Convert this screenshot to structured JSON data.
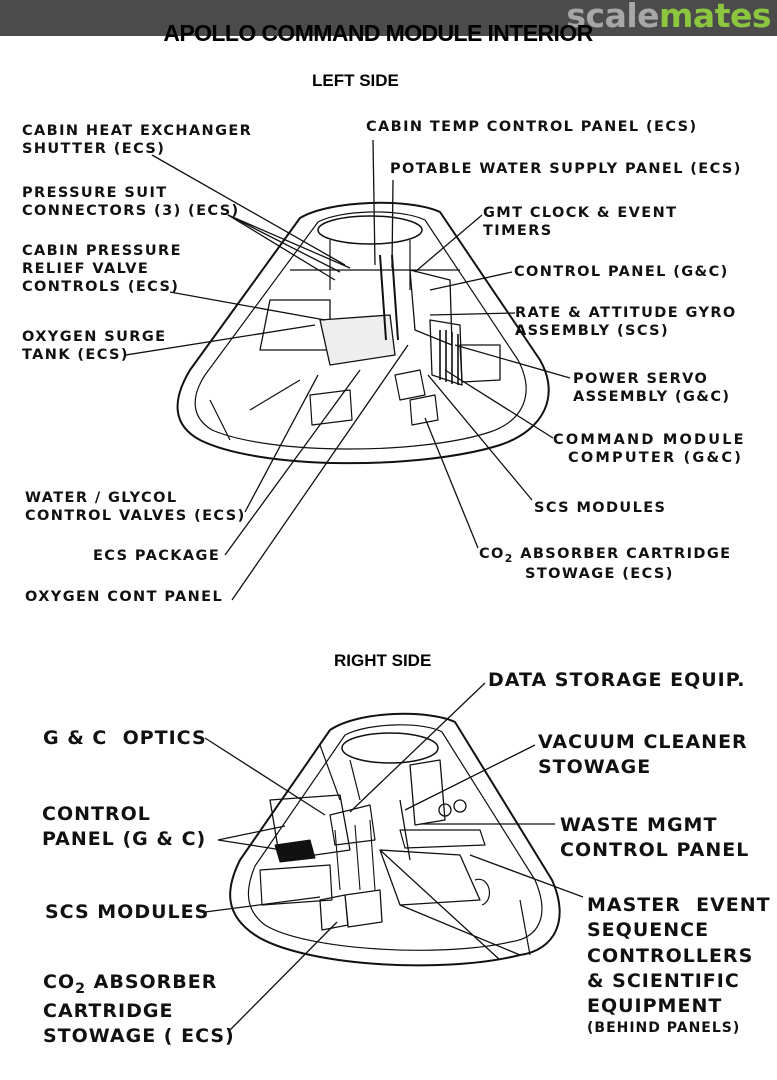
{
  "watermark": {
    "part1": "scale",
    "part2": "mates"
  },
  "title": "APOLLO COMMAND MODULE INTERIOR",
  "left_side": {
    "heading": "LEFT SIDE",
    "labels": {
      "cabin_heat_exchanger": [
        "CABIN HEAT EXCHANGER",
        "SHUTTER (ECS)"
      ],
      "pressure_suit": [
        "PRESSURE SUIT",
        "CONNECTORS (3) (ECS)"
      ],
      "cabin_pressure": [
        "CABIN PRESSURE",
        "RELIEF VALVE",
        "CONTROLS (ECS)"
      ],
      "oxygen_surge": [
        "OXYGEN SURGE",
        "TANK (ECS)"
      ],
      "cabin_temp": "CABIN TEMP CONTROL PANEL (ECS)",
      "potable_water": "POTABLE WATER SUPPLY PANEL (ECS)",
      "gmt_clock": [
        "GMT CLOCK & EVENT",
        "TIMERS"
      ],
      "control_panel": "CONTROL PANEL (G&C)",
      "rate_gyro": [
        "RATE & ATTITUDE GYRO",
        "ASSEMBLY (SCS)"
      ],
      "power_servo": [
        "POWER SERVO",
        "ASSEMBLY (G&C)"
      ],
      "cm_computer": [
        "COMMAND MODULE",
        "COMPUTER (G&C)"
      ],
      "scs_modules": "SCS MODULES",
      "co2_absorber": {
        "co": "CO",
        "sub": "2",
        "rest": " ABSORBER CARTRIDGE",
        "line2": "STOWAGE (ECS)"
      },
      "water_glycol": [
        "WATER / GLYCOL",
        "CONTROL VALVES (ECS)"
      ],
      "ecs_package": "ECS PACKAGE",
      "oxygen_cont": "OXYGEN CONT PANEL"
    }
  },
  "right_side": {
    "heading": "RIGHT SIDE",
    "labels": {
      "data_storage": "DATA STORAGE EQUIP.",
      "gc_optics": "G & C  OPTICS",
      "vacuum_cleaner": [
        "VACUUM CLEANER",
        "STOWAGE"
      ],
      "control_panel": [
        "CONTROL",
        "PANEL (G & C)"
      ],
      "waste_mgmt": [
        "WASTE MGMT",
        "CONTROL PANEL"
      ],
      "scs_modules": "SCS MODULES",
      "master_event": [
        "MASTER  EVENT",
        "SEQUENCE",
        "CONTROLLERS",
        "& SCIENTIFIC",
        "EQUIPMENT"
      ],
      "behind_panels": "(BEHIND PANELS)",
      "co2_absorber": {
        "co": "CO",
        "sub": "2",
        "rest": " ABSORBER",
        "line2": "CARTRIDGE",
        "line3": "STOWAGE ( ECS)"
      }
    }
  }
}
